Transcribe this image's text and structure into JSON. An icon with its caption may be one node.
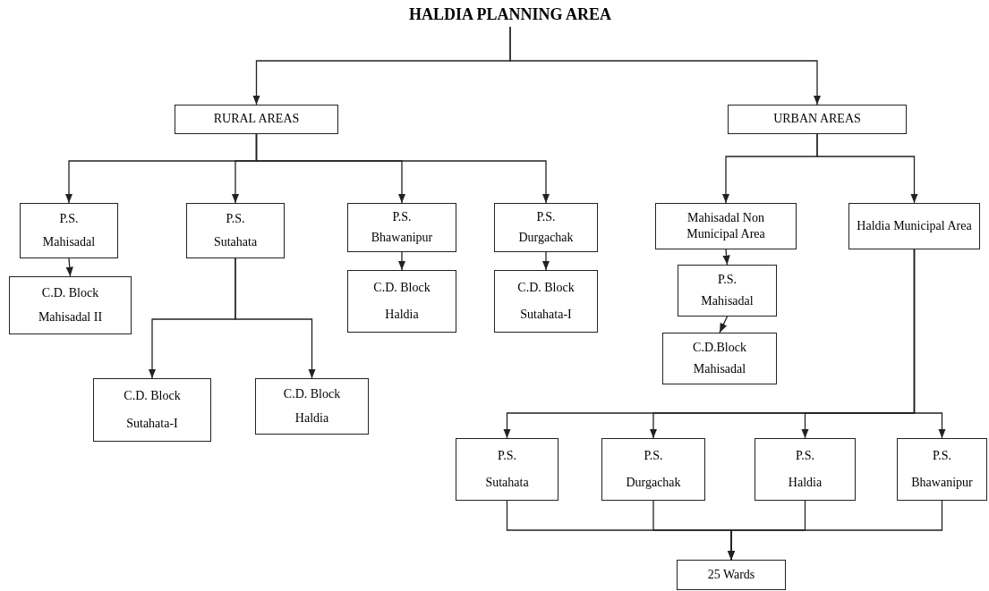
{
  "diagram": {
    "nodes": [
      {
        "text": [
          "HALDIA PLANNING AREA"
        ]
      },
      {
        "text": [
          "RURAL AREAS"
        ]
      },
      {
        "text": [
          "URBAN AREAS"
        ]
      },
      {
        "text": [
          "P.S.",
          "Mahisadal"
        ]
      },
      {
        "text": [
          "P.S.",
          "Sutahata"
        ]
      },
      {
        "text": [
          "P.S.",
          "Bhawanipur"
        ]
      },
      {
        "text": [
          "P.S.",
          "Durgachak"
        ]
      },
      {
        "text": [
          "Mahisadal Non Municipal Area"
        ]
      },
      {
        "text": [
          "Haldia Municipal Area"
        ]
      },
      {
        "text": [
          "C.D. Block",
          "Mahisadal II"
        ]
      },
      {
        "text": [
          "C.D. Block",
          "Haldia"
        ]
      },
      {
        "text": [
          "C.D. Block",
          "Sutahata-I"
        ]
      },
      {
        "text": [
          "P.S.",
          "Mahisadal"
        ]
      },
      {
        "text": [
          "C.D.Block",
          "Mahisadal"
        ]
      },
      {
        "text": [
          "C.D. Block",
          "Sutahata-I"
        ]
      },
      {
        "text": [
          "C.D. Block",
          "Haldia"
        ]
      },
      {
        "text": [
          "P.S.",
          "Sutahata"
        ]
      },
      {
        "text": [
          "P.S.",
          "Durgachak"
        ]
      },
      {
        "text": [
          "P.S.",
          "Haldia"
        ]
      },
      {
        "text": [
          "P.S.",
          "Bhawanipur"
        ]
      },
      {
        "text": [
          "25 Wards"
        ]
      }
    ],
    "edges": [
      {
        "from": 0,
        "to": 1,
        "arrow": "to"
      },
      {
        "from": 0,
        "to": 2,
        "arrow": "to"
      },
      {
        "from": 1,
        "to": 3,
        "arrow": "to"
      },
      {
        "from": 1,
        "to": 4,
        "arrow": "to"
      },
      {
        "from": 1,
        "to": 5,
        "arrow": "to"
      },
      {
        "from": 1,
        "to": 6,
        "arrow": "to"
      },
      {
        "from": 2,
        "to": 7,
        "arrow": "to"
      },
      {
        "from": 2,
        "to": 8,
        "arrow": "to"
      },
      {
        "from": 3,
        "to": 9,
        "arrow": "to"
      },
      {
        "from": 4,
        "to": 14,
        "arrow": "to"
      },
      {
        "from": 4,
        "to": 15,
        "arrow": "to"
      },
      {
        "from": 5,
        "to": 10,
        "arrow": "to"
      },
      {
        "from": 6,
        "to": 11,
        "arrow": "to"
      },
      {
        "from": 7,
        "to": 12,
        "arrow": "to"
      },
      {
        "from": 12,
        "to": 13,
        "arrow": "to"
      },
      {
        "from": 8,
        "to": 16,
        "arrow": "to"
      },
      {
        "from": 8,
        "to": 17,
        "arrow": "to"
      },
      {
        "from": 8,
        "to": 18,
        "arrow": "to"
      },
      {
        "from": 8,
        "to": 19,
        "arrow": "to"
      },
      {
        "from": 16,
        "to": 20,
        "arrow": "to"
      },
      {
        "from": 17,
        "to": 20,
        "arrow": "to"
      },
      {
        "from": 18,
        "to": 20,
        "arrow": "to"
      },
      {
        "from": 19,
        "to": 20,
        "arrow": "to"
      }
    ]
  }
}
